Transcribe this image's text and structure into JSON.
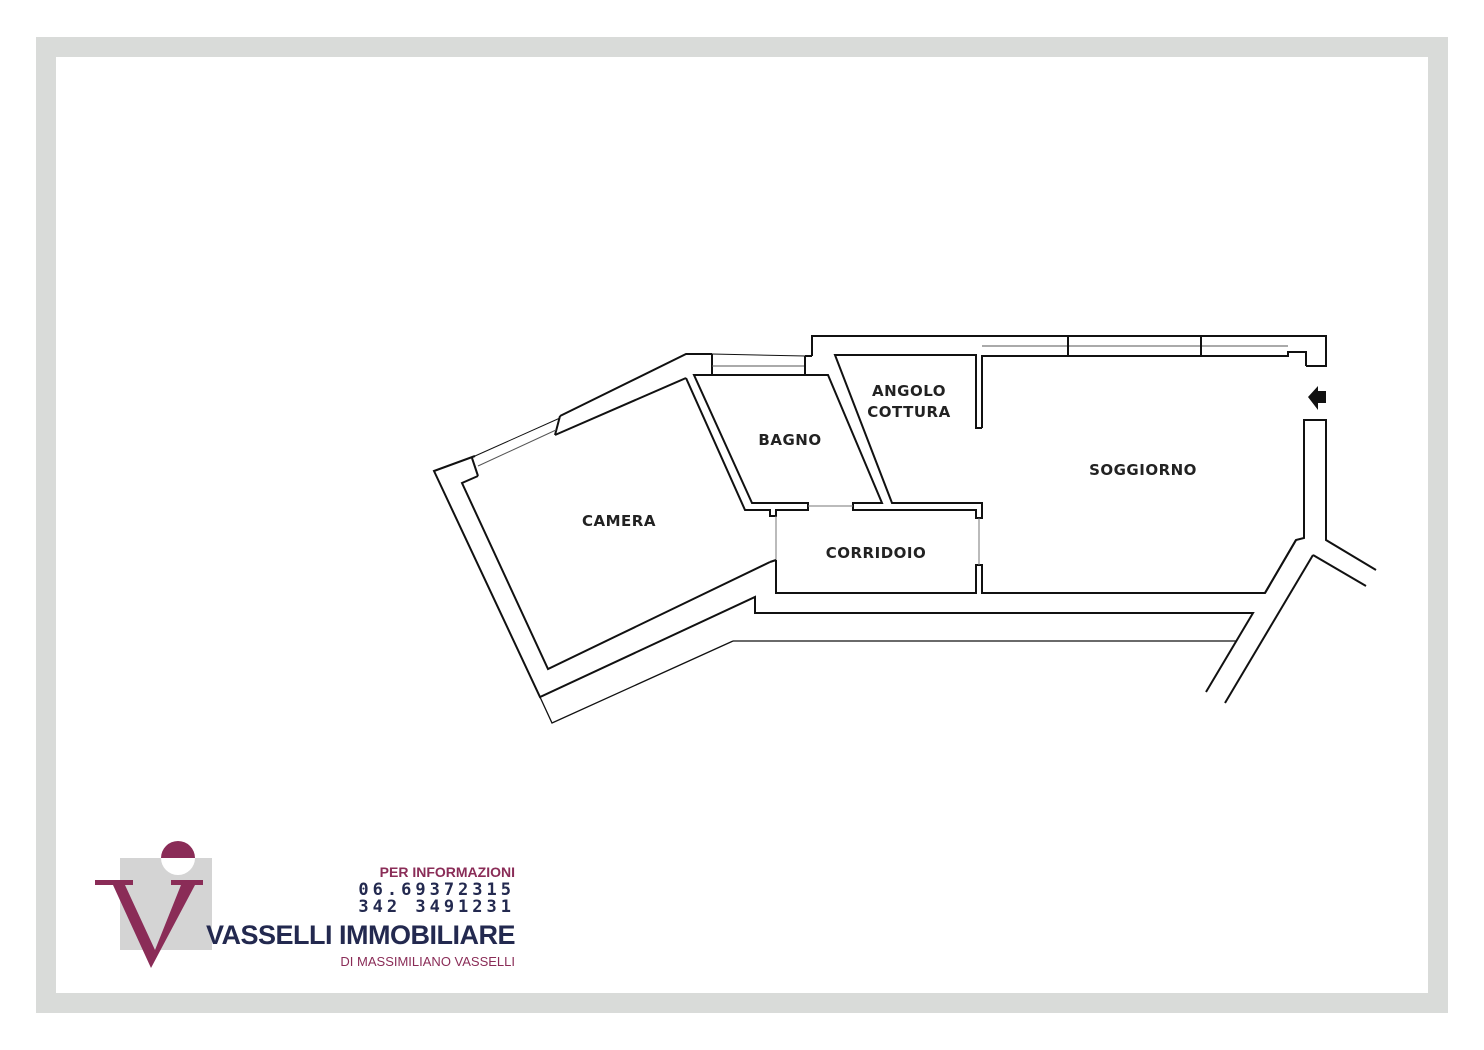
{
  "rooms": {
    "angolo_line1": "ANGOLO",
    "angolo_line2": "COTTURA",
    "bagno": "BAGNO",
    "soggiorno": "SOGGIORNO",
    "camera": "CAMERA",
    "corridoio": "CORRIDOIO"
  },
  "icons": {
    "entrance": "entrance-arrow-icon"
  },
  "agency": {
    "info_label": "PER INFORMAZIONI",
    "phone1": "06.69372315",
    "phone2": "342 3491231",
    "name": "VASSELLI IMMOBILIARE",
    "subtitle": "DI MASSIMILIANO VASSELLI",
    "logo_letter": "V",
    "colors": {
      "primary": "#8a2c57",
      "secondary": "#23294f",
      "logo_gray": "#d4d4d4"
    }
  }
}
